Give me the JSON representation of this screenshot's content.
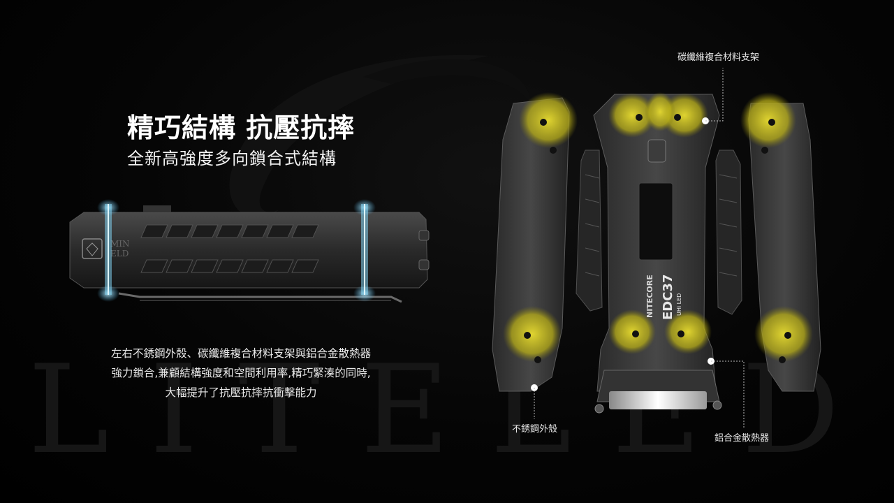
{
  "watermark": "LITELED",
  "heading": {
    "title": "精巧結構 抗壓抗摔",
    "subtitle": "全新高強度多向鎖合式結構"
  },
  "description": {
    "lines": [
      "左右不銹鋼外殼、碳纖維複合材料支架與鋁合金散熱器",
      "強力鎖合,兼顧結構強度和空間利用率,精巧緊湊的同時,",
      "大幅提升了抗壓抗摔抗衝擊能力"
    ]
  },
  "callouts": {
    "carbon_bracket": "碳纖維複合材料支架",
    "steel_shell": "不銹鋼外殼",
    "heatsink": "鋁合金散熱器"
  },
  "product": {
    "brand_text": "NITECORE",
    "model_text": "EDC37",
    "led_badge": "UHi LED",
    "side_logo_text": "MIN ELD"
  },
  "colors": {
    "background": "#000000",
    "highlight": "#c8c020",
    "metal": "#3a3a3a",
    "screw_glow": "#8fd8ff"
  }
}
